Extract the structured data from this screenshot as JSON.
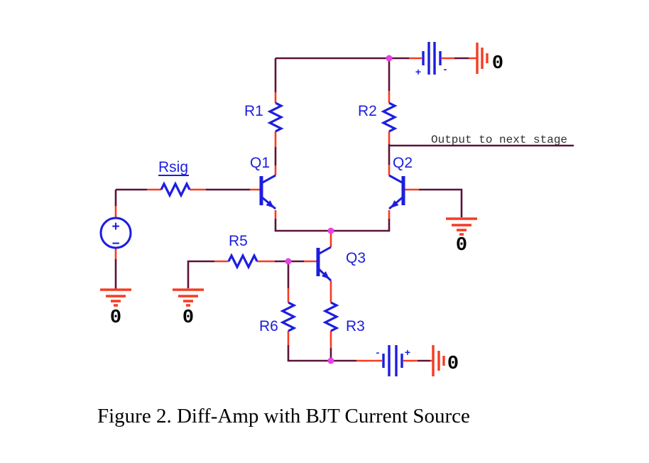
{
  "colors": {
    "wire": "#5c1238",
    "pin": "#f63b22",
    "component": "#1d1de0",
    "junction": "#e641e6",
    "annotation": "#2e2e2e",
    "text": "#000000",
    "background": "#ffffff"
  },
  "schematic": {
    "resistors": {
      "r1": "R1",
      "r2": "R2",
      "r3": "R3",
      "r5": "R5",
      "r6": "R6",
      "rsig": "Rsig"
    },
    "transistors": {
      "q1": "Q1",
      "q2": "Q2",
      "q3": "Q3"
    },
    "signal_source": {
      "plus": "+",
      "minus": "−"
    },
    "vcc_battery": {
      "plus": "+",
      "minus": "-"
    },
    "vee_battery": {
      "plus": "+",
      "minus": "-"
    },
    "ground_labels": {
      "vcc": "0",
      "signal_source": "0",
      "r5": "0",
      "q2_base": "0",
      "vee": "0"
    },
    "annotation": "Output to next stage"
  },
  "caption": "Figure 2. Diff-Amp with BJT Current Source"
}
